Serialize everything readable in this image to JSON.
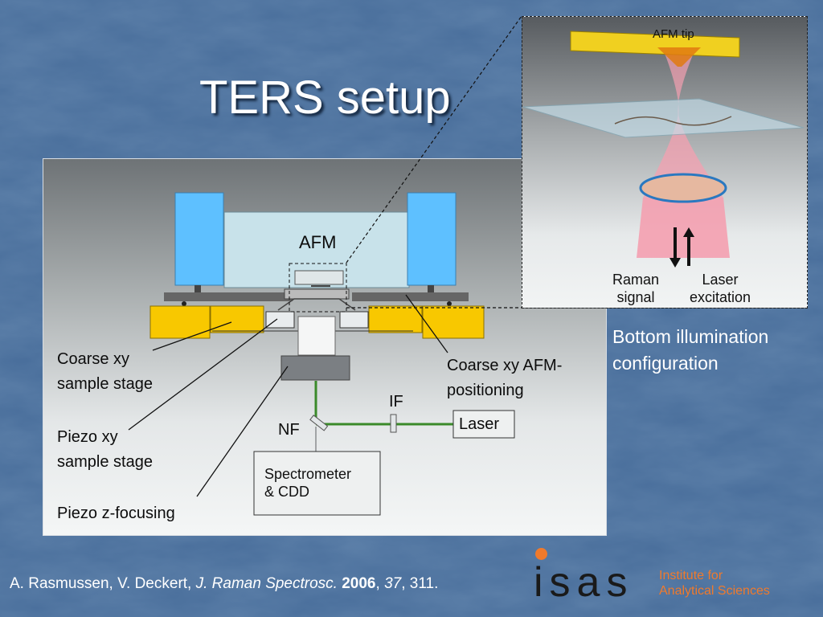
{
  "slide": {
    "title": "TERS setup",
    "side_note": [
      "Bottom illumination",
      "configuration"
    ]
  },
  "diagram": {
    "afm_label": "AFM",
    "labels": {
      "coarse_xy_sample_stage": [
        "Coarse xy",
        "sample stage"
      ],
      "piezo_xy_sample_stage": [
        "Piezo xy",
        "sample stage"
      ],
      "piezo_z_focusing": "Piezo z-focusing",
      "coarse_xy_afm_positioning": [
        "Coarse xy AFM-",
        "positioning"
      ],
      "if_filter": "IF",
      "nf_filter": "NF",
      "laser": "Laser",
      "spectrometer": [
        "Spectrometer",
        "& CDD"
      ]
    }
  },
  "inset": {
    "afm_tip": "AFM tip",
    "raman_signal": [
      "Raman",
      "signal"
    ],
    "laser_excitation": [
      "Laser",
      "excitation"
    ]
  },
  "citation": {
    "authors": "A. Rasmussen, V. Deckert, ",
    "journal": "J. Raman Spectrosc.",
    "year": "2006",
    "volume": "37",
    "pages": ", 311."
  },
  "logo": {
    "letters": "isas",
    "name": [
      "Institute for",
      "Analytical Sciences"
    ]
  },
  "colors": {
    "background": "#4a6f9c",
    "title_text": "#ffffff",
    "stage_yellow": "#f8c800",
    "afm_blue": "#5ec0ff",
    "beam_pink": "#f4a0b0",
    "fiber_green": "#3a8a2a",
    "logo_orange": "#f07a2c"
  }
}
